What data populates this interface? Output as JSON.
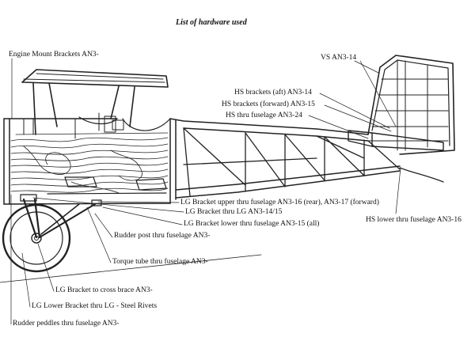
{
  "title": "List of hardware used",
  "labels": {
    "engine_mount": "Engine Mount Brackets AN3-",
    "vs": "VS AN3-14",
    "hs_aft": "HS brackets (aft) AN3-14",
    "hs_forward": "HS brackets (forward) AN3-15",
    "hs_thru": "HS thru fuselage AN3-24",
    "lg_upper": "LG Bracket upper thru fuselage  AN3-16 (rear), AN3-17 (forward)",
    "lg_thru": "LG Bracket thru LG   AN3-14/15",
    "lg_lower": "LG Bracket lower thru fuselage  AN3-15 (all)",
    "hs_lower": "HS lower thru fuselage AN3-16",
    "rudderpost": "Rudder post thru fuselage  AN3-",
    "torque_tube": "Torque tube thru fuselage  AN3-",
    "lg_cross": "LG Bracket to cross brace AN3-",
    "lg_lower_bracket": "LG Lower Bracket thru LG - Steel Rivets",
    "rudder_peddles": "Rudder peddles thru fuselage  AN3-"
  },
  "colors": {
    "ink": "#111111",
    "background": "#ffffff"
  }
}
